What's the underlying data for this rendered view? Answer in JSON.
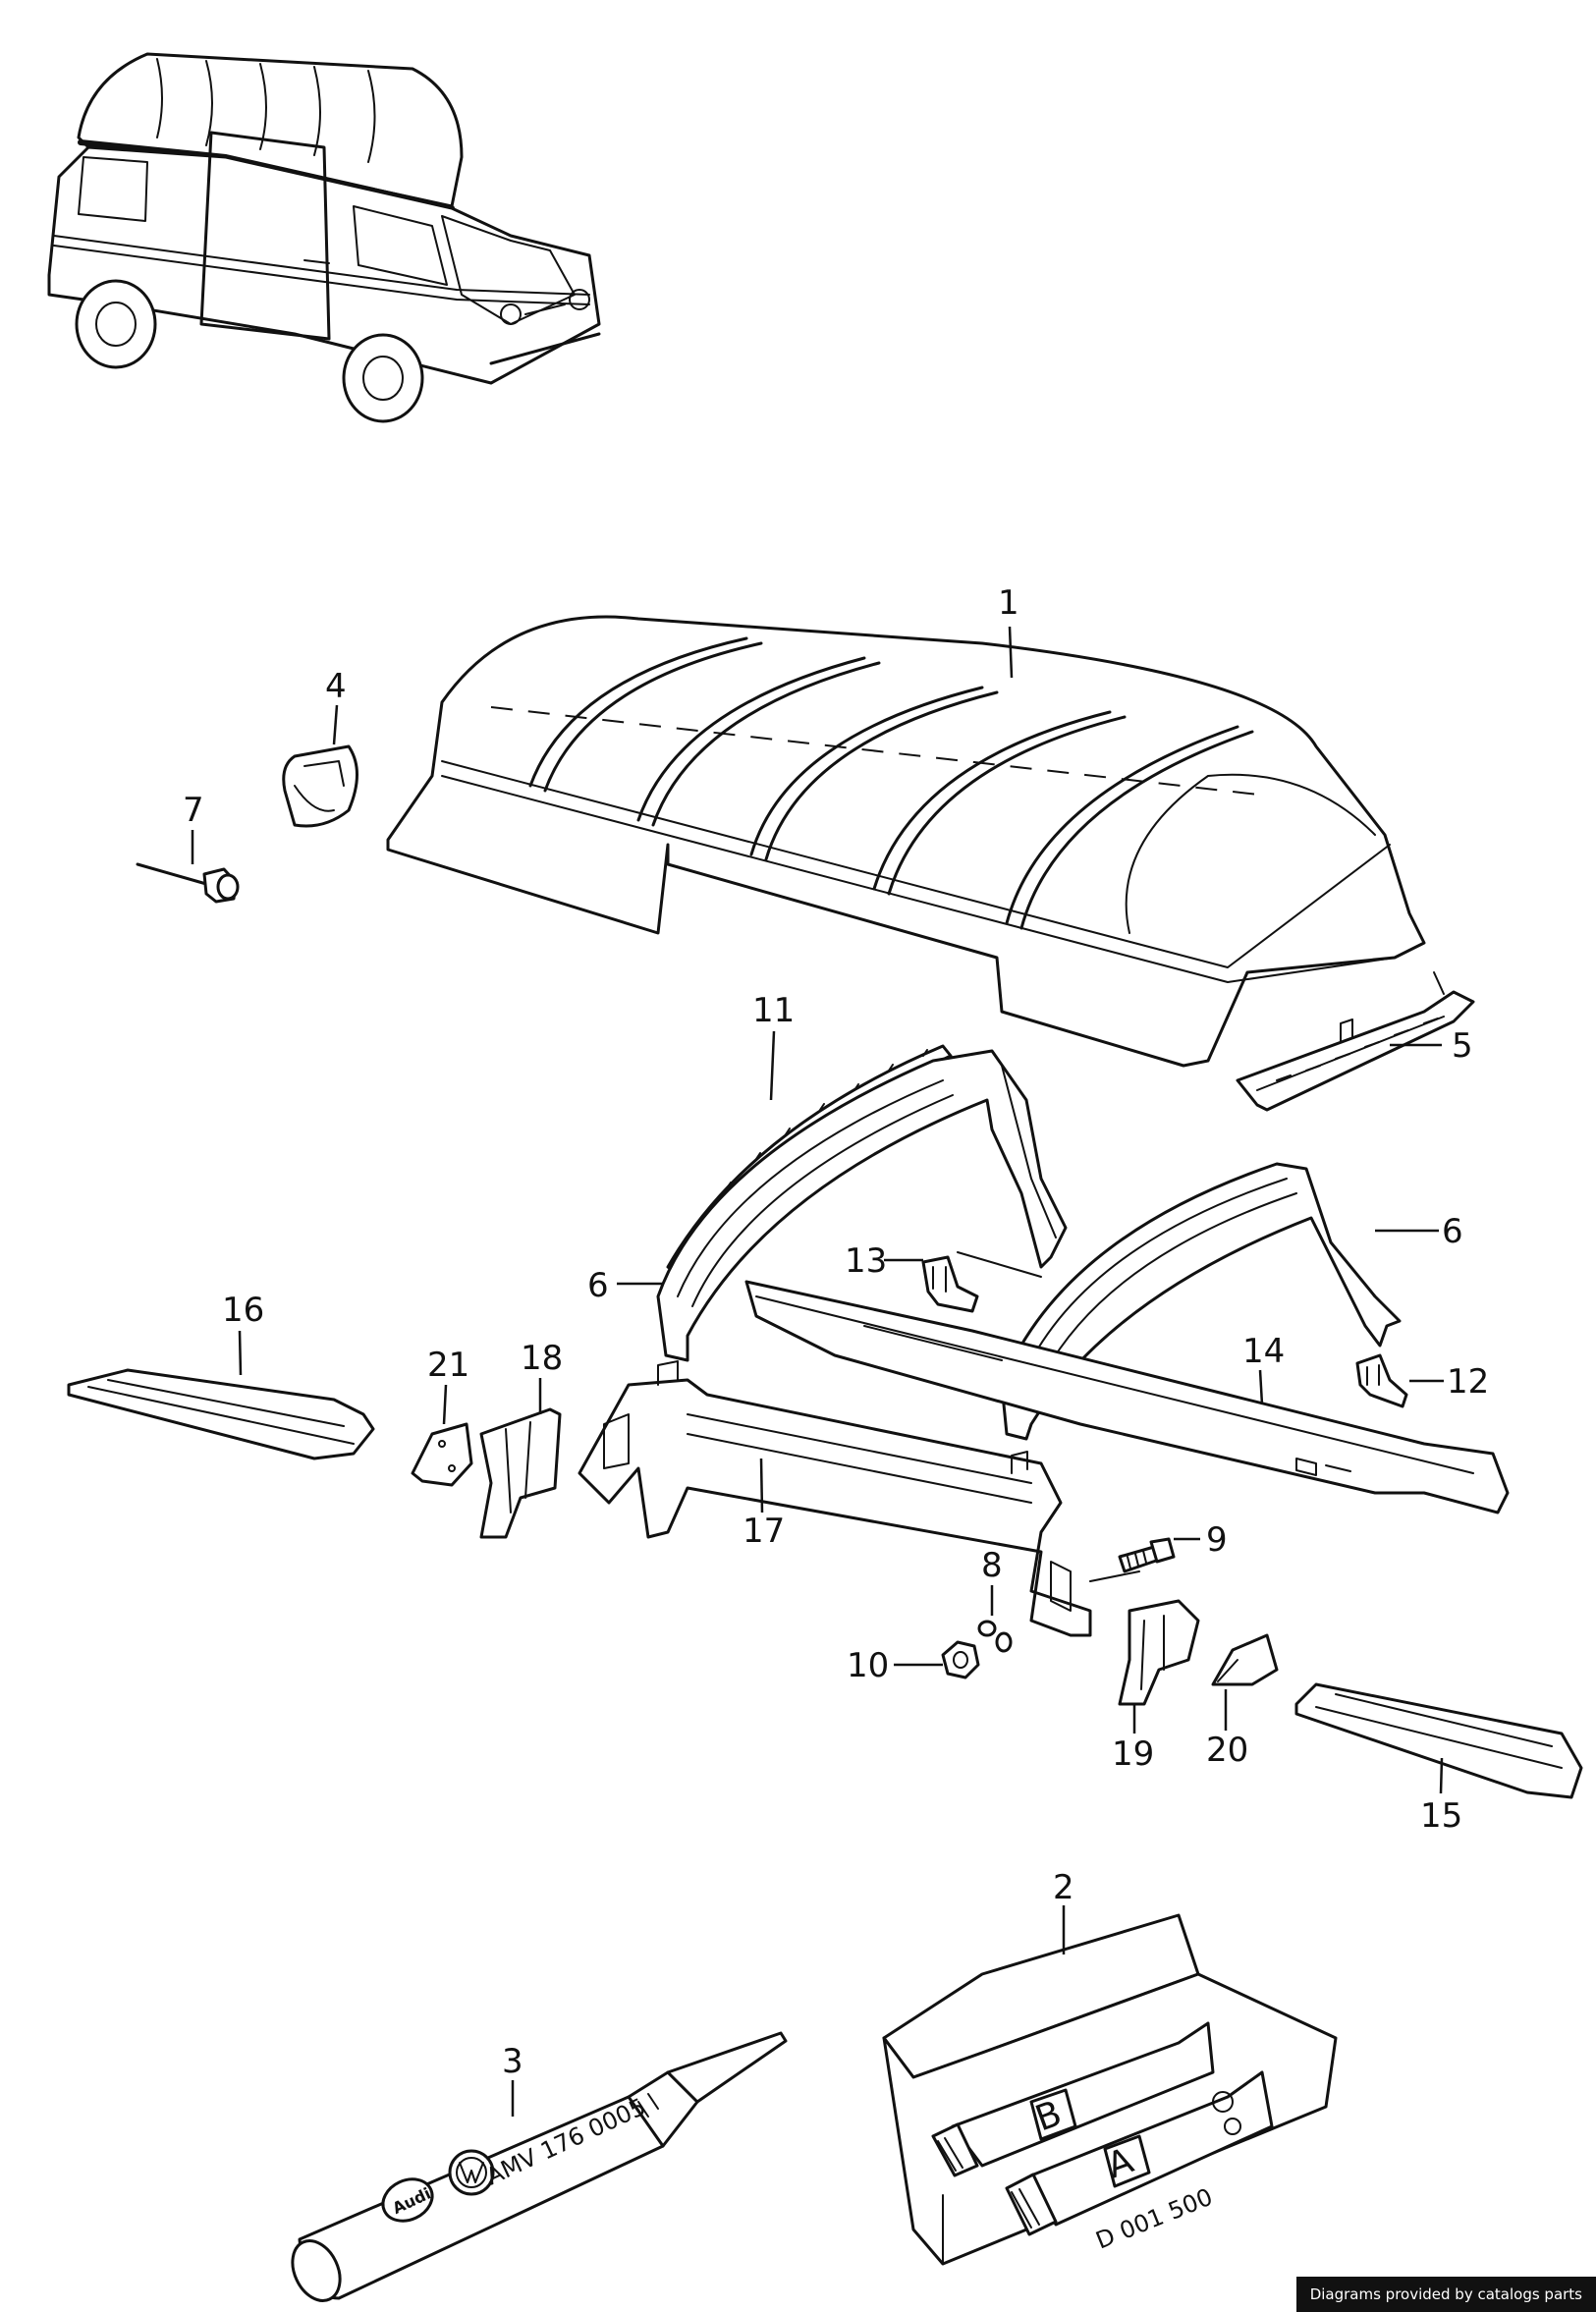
{
  "callouts": {
    "c1": "1",
    "c2": "2",
    "c3": "3",
    "c4": "4",
    "c5": "5",
    "c6a": "6",
    "c6b": "6",
    "c7": "7",
    "c8": "8",
    "c9": "9",
    "c10": "10",
    "c11": "11",
    "c12": "12",
    "c13": "13",
    "c14": "14",
    "c15": "15",
    "c16": "16",
    "c17": "17",
    "c18": "18",
    "c19": "19",
    "c20": "20",
    "c21": "21"
  },
  "product_labels": {
    "cartridge_code": "AMV 176 0005",
    "cartridge_brand_audi": "Audi",
    "cartridge_brand_vw": "VW",
    "box_code": "D 001 500",
    "tube_b_letter": "B",
    "tube_a_letter": "A"
  },
  "footer": {
    "credit": "Diagrams provided by catalogs parts"
  }
}
